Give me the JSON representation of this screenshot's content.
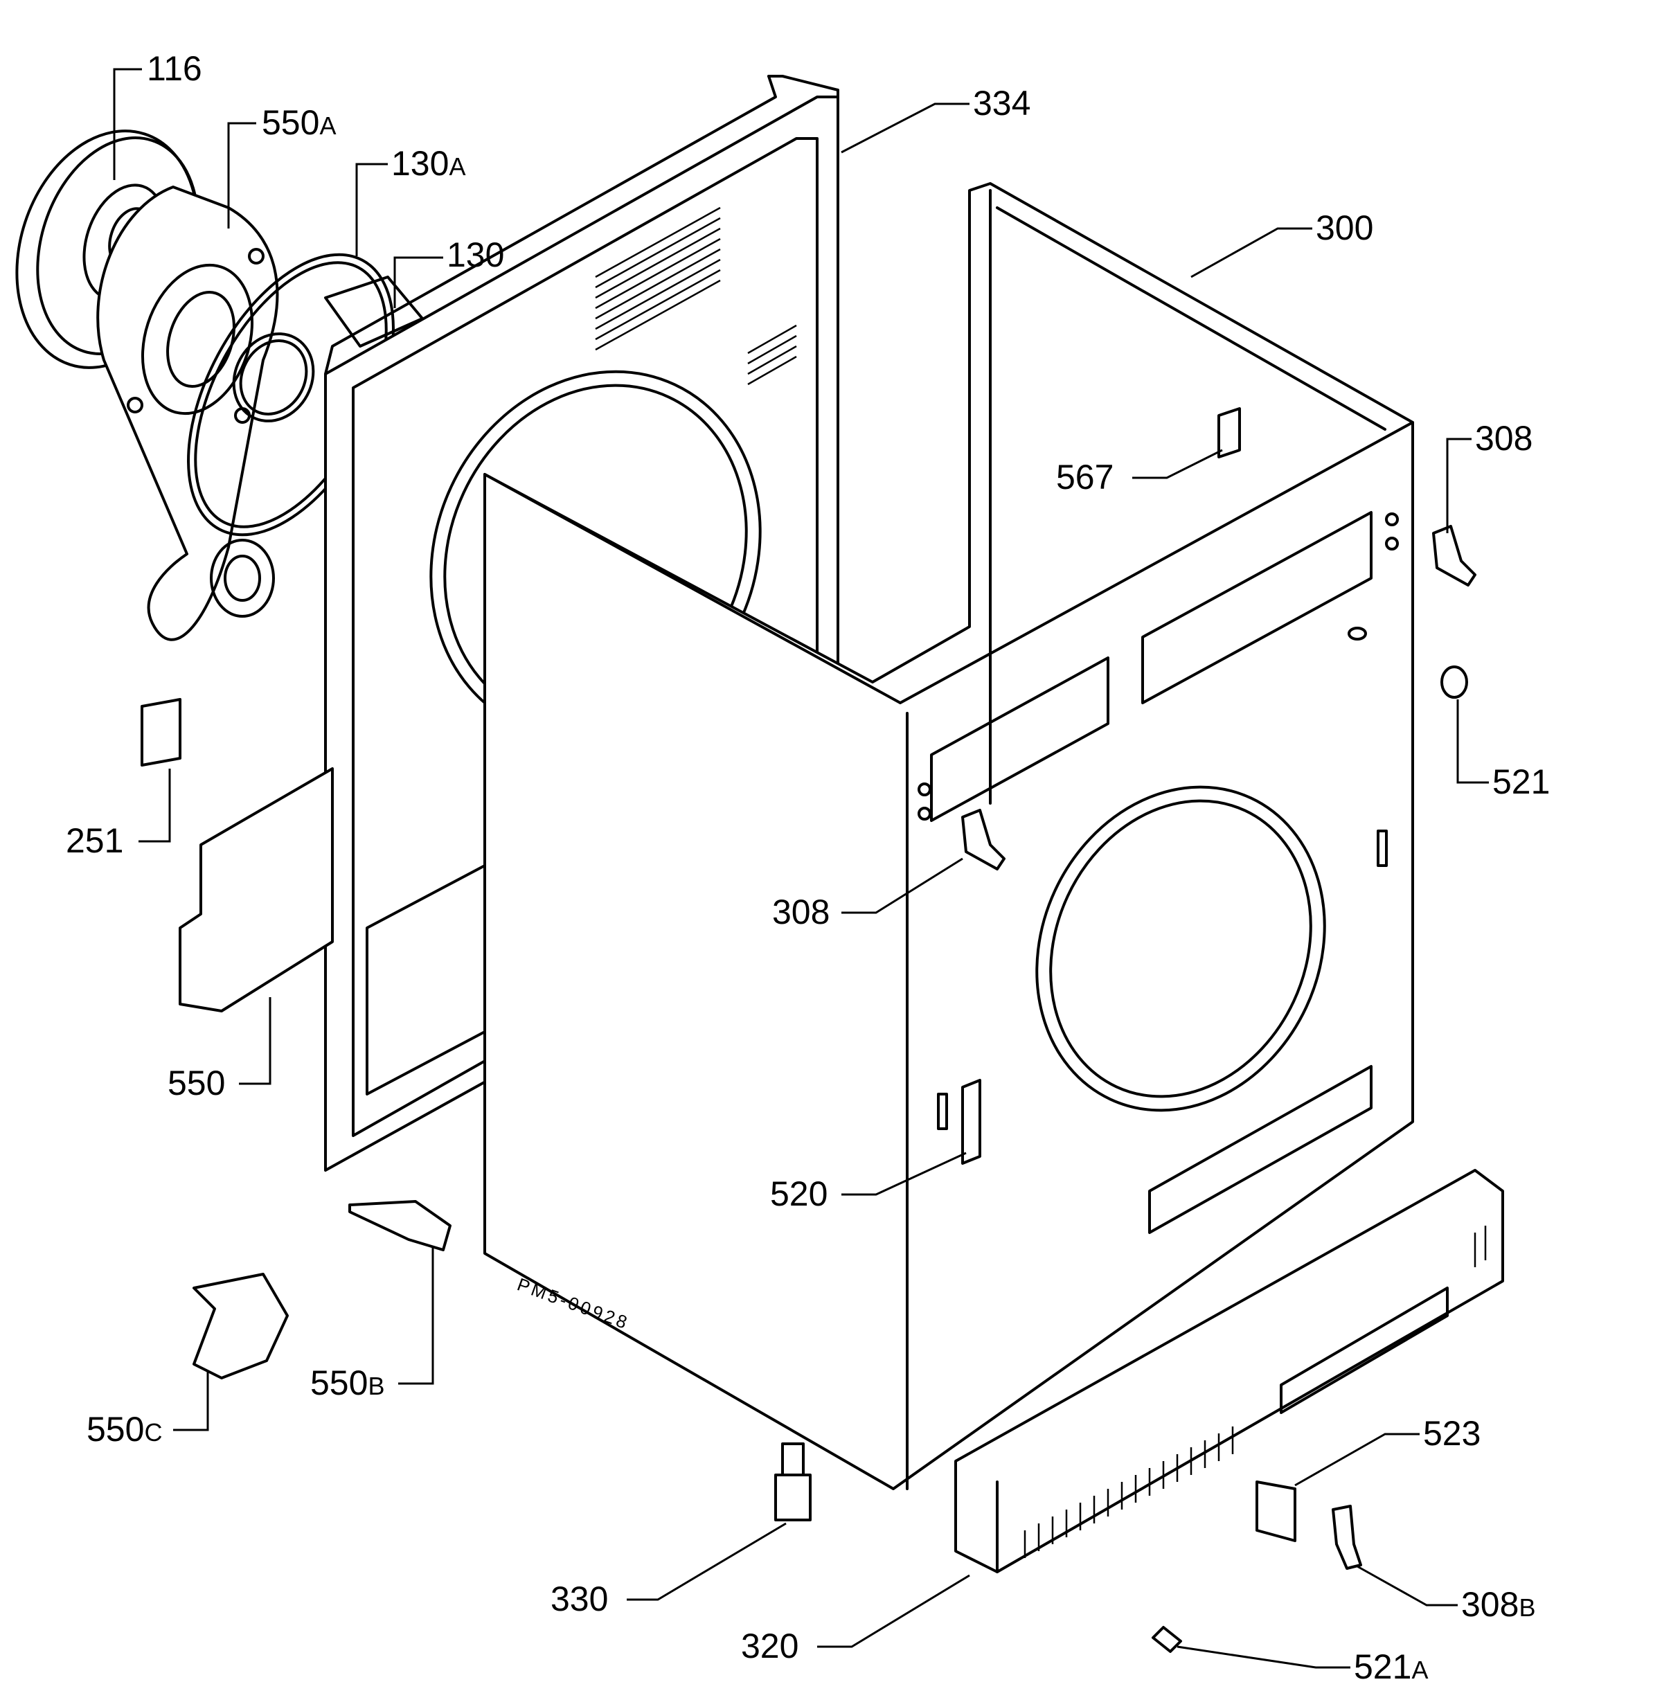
{
  "drawing_ref": "PM5-00928",
  "callouts": [
    {
      "num": "116",
      "suffix": ""
    },
    {
      "num": "550",
      "suffix": "A"
    },
    {
      "num": "130",
      "suffix": "A"
    },
    {
      "num": "130",
      "suffix": ""
    },
    {
      "num": "334",
      "suffix": ""
    },
    {
      "num": "300",
      "suffix": ""
    },
    {
      "num": "308",
      "suffix": ""
    },
    {
      "num": "567",
      "suffix": ""
    },
    {
      "num": "521",
      "suffix": ""
    },
    {
      "num": "251",
      "suffix": ""
    },
    {
      "num": "308",
      "suffix": ""
    },
    {
      "num": "550",
      "suffix": ""
    },
    {
      "num": "520",
      "suffix": ""
    },
    {
      "num": "550",
      "suffix": "B"
    },
    {
      "num": "550",
      "suffix": "C"
    },
    {
      "num": "523",
      "suffix": ""
    },
    {
      "num": "330",
      "suffix": ""
    },
    {
      "num": "308",
      "suffix": "B"
    },
    {
      "num": "320",
      "suffix": ""
    },
    {
      "num": "521",
      "suffix": "A"
    }
  ]
}
